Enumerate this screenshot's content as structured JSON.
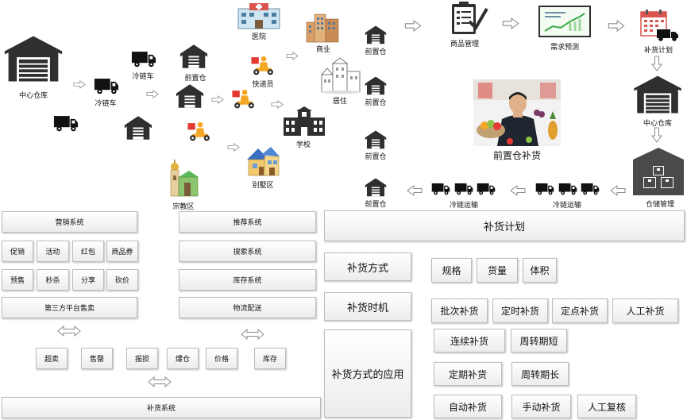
{
  "colors": {
    "icon": "#2f2f2f",
    "arrow": "#9a9a9a",
    "scooter": "#f5a623",
    "box_border": "#bdbdbd"
  },
  "labels": {
    "central_warehouse": "中心仓库",
    "cold_truck_1": "冷链车",
    "cold_truck_2": "冷链车",
    "front_warehouse_1": "前置仓",
    "courier": "快递员",
    "hospital": "医院",
    "business": "商业",
    "residence": "居住",
    "school": "学校",
    "villa": "别墅区",
    "religion": "宗教区",
    "fw_a": "前置仓",
    "fw_b": "前置仓",
    "fw_c": "前置仓",
    "fw_d": "前置仓",
    "product_mgmt": "商品管理",
    "demand_forecast": "需求预测",
    "replenish_plan_small": "补货计划",
    "central_warehouse_2": "中心仓库",
    "storage_mgmt": "仓储管理",
    "cold_transport_1": "冷链运输",
    "cold_transport_2": "冷链运输",
    "photo_caption": "前置仓补货"
  },
  "left_panel": {
    "marketing": "营销系统",
    "marketing_items": [
      "促销",
      "活动",
      "红包",
      "商品券",
      "预售",
      "秒杀",
      "分享",
      "砍价"
    ],
    "third_party": "第三方平台售卖",
    "recommend": "推荐系统",
    "search": "搜索系统",
    "inventory": "库存系统",
    "logistics": "物流配送",
    "bottom_items": [
      "超卖",
      "售罄",
      "报损",
      "爆仓",
      "价格",
      "库存"
    ],
    "replenish_system": "补货系统"
  },
  "right_panel": {
    "plan": "补货计划",
    "method": "补货方式",
    "method_items": [
      "规格",
      "货量",
      "体积"
    ],
    "timing": "补货时机",
    "timing_items": [
      "批次补货",
      "定时补货",
      "定点补货",
      "人工补货"
    ],
    "application": "补货方式的应用",
    "app_row1": [
      "连续补货",
      "周转期短"
    ],
    "app_row2": [
      "定期补货",
      "周转期长"
    ],
    "app_row3": [
      "自动补货",
      "手动补货",
      "人工复核"
    ]
  }
}
